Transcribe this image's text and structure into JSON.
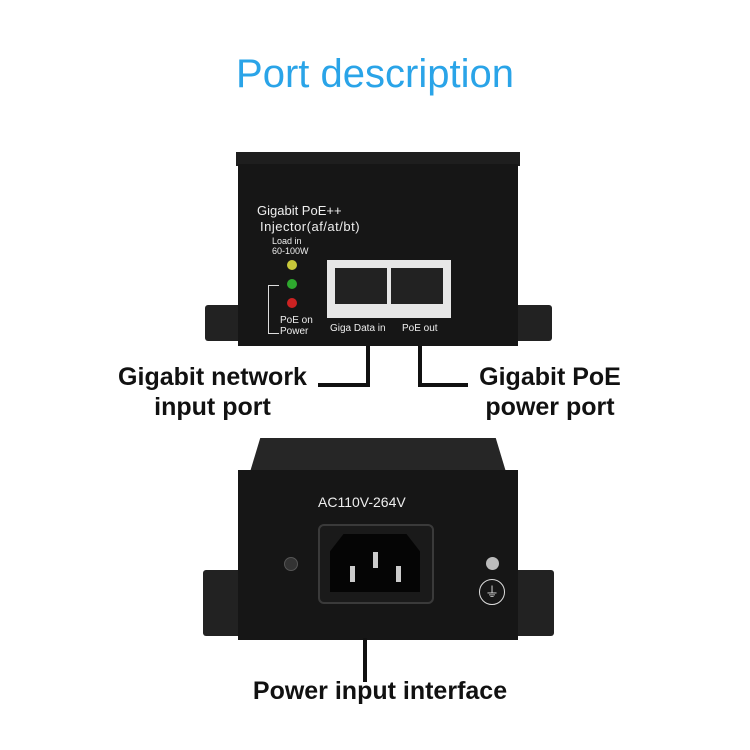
{
  "title": "Port description",
  "top_device": {
    "model_line1": "Gigabit PoE++",
    "model_line2": "Injector(af/at/bt)",
    "load_line1": "Load in",
    "load_line2": "60-100W",
    "led_label1": "PoE on",
    "led_label2": "Power",
    "port1_label": "Giga Data in",
    "port2_label": "PoE out"
  },
  "callouts": {
    "left_line1": "Gigabit network",
    "left_line2": "input port",
    "right_line1": "Gigabit PoE",
    "right_line2": "power port",
    "bottom": "Power input interface"
  },
  "bottom_device": {
    "voltage": "AC110V-264V"
  },
  "colors": {
    "title": "#2aa4e8"
  }
}
